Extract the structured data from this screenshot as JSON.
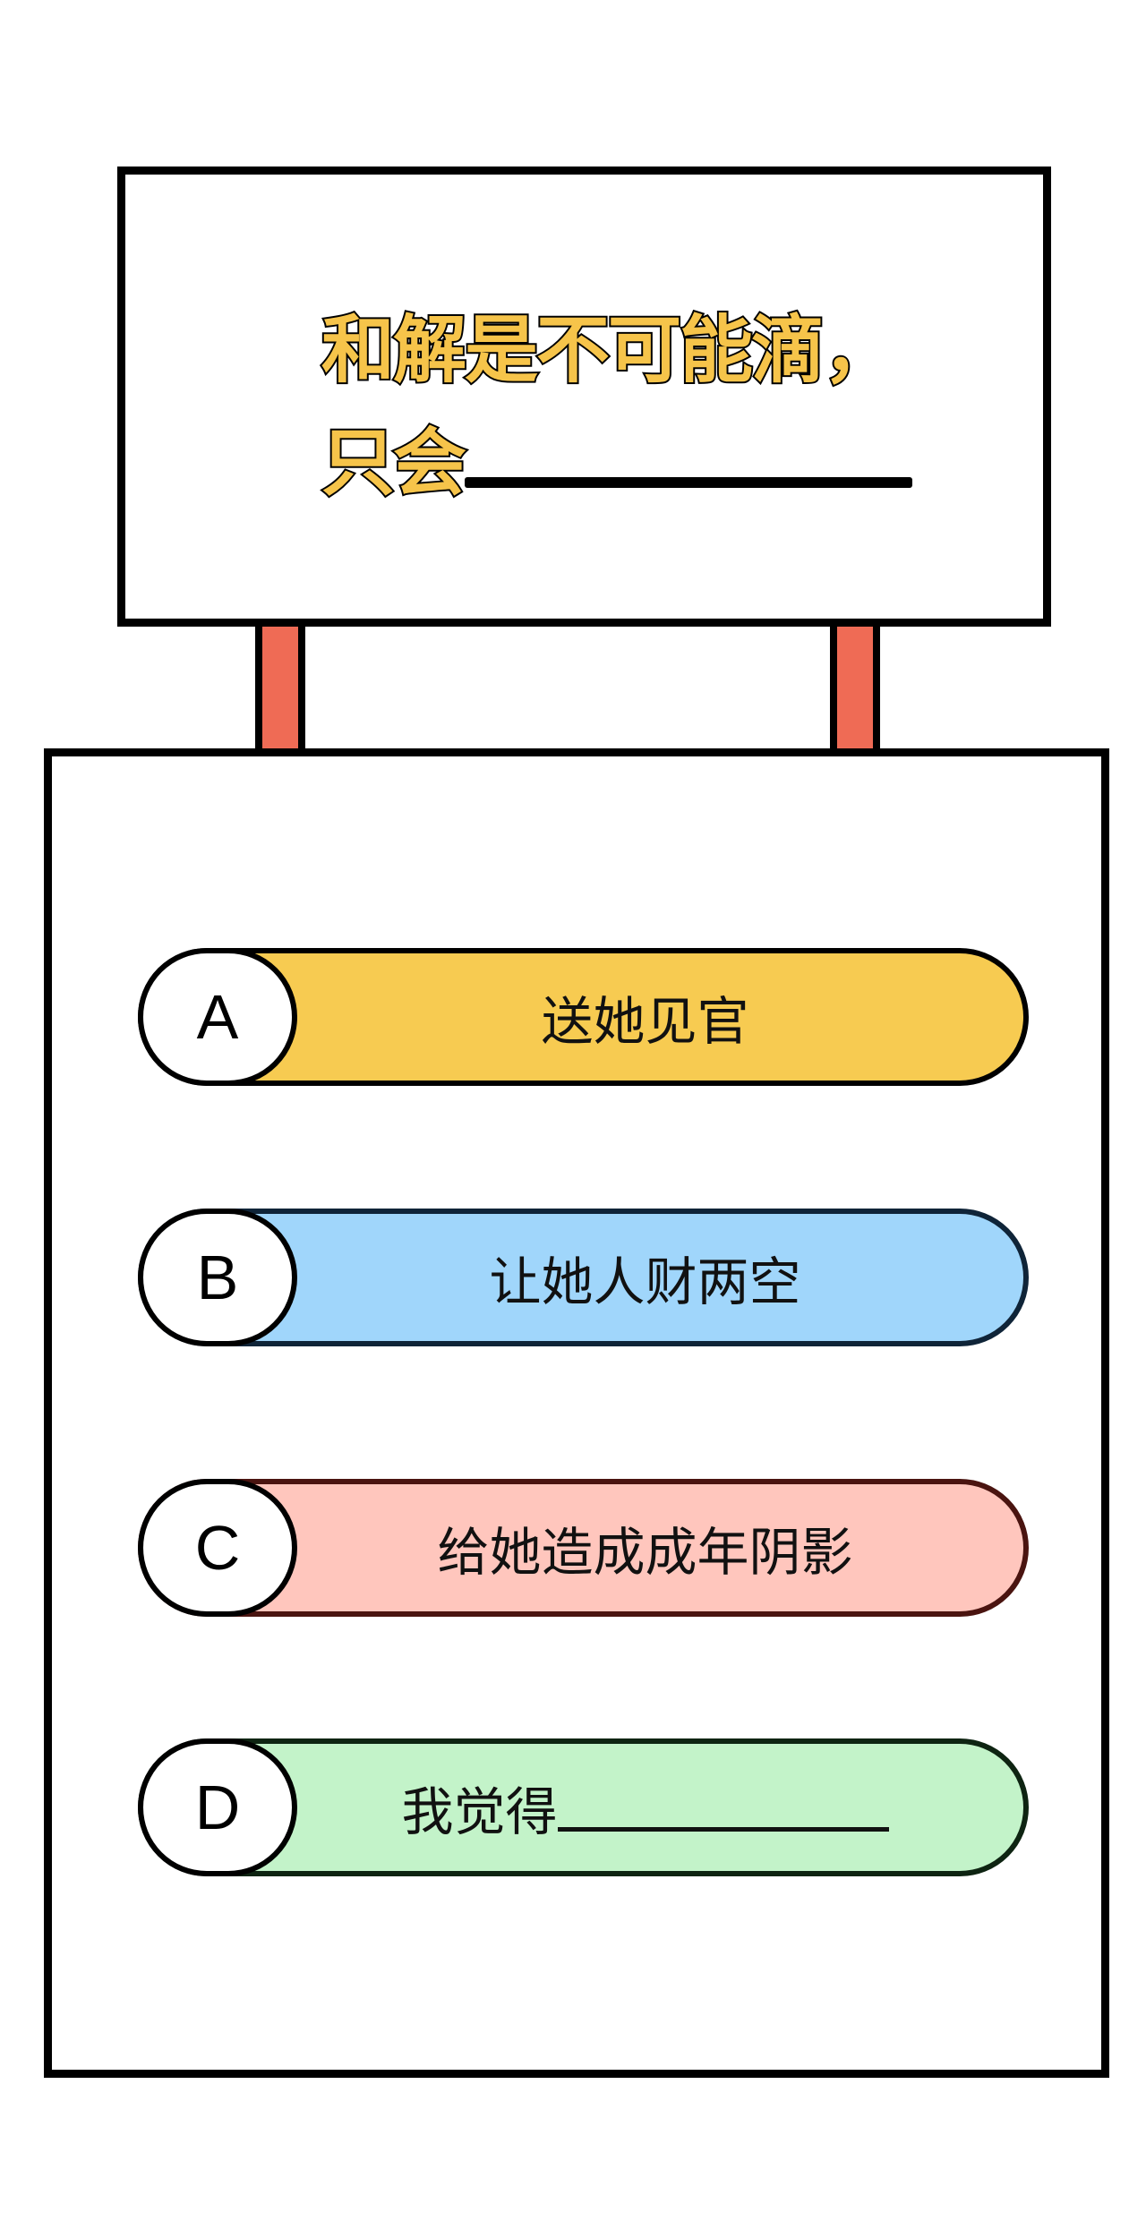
{
  "question": {
    "line1": "和解是不可能滴，",
    "line2": "只会"
  },
  "options": [
    {
      "letter": "A",
      "text": "送她见官",
      "color": "#F7CB51",
      "border": "#000000"
    },
    {
      "letter": "B",
      "text": "让她人财两空",
      "color": "#A0D6FB",
      "border": "#0F2438"
    },
    {
      "letter": "C",
      "text": "给她造成成年阴影",
      "color": "#FFC6BD",
      "border": "#4A1410"
    },
    {
      "letter": "D",
      "text": "我觉得",
      "color": "#C3F3C9",
      "border": "#0E2412"
    }
  ],
  "colors": {
    "title_fill": "#F6C44A",
    "post": "#EF6B55"
  }
}
